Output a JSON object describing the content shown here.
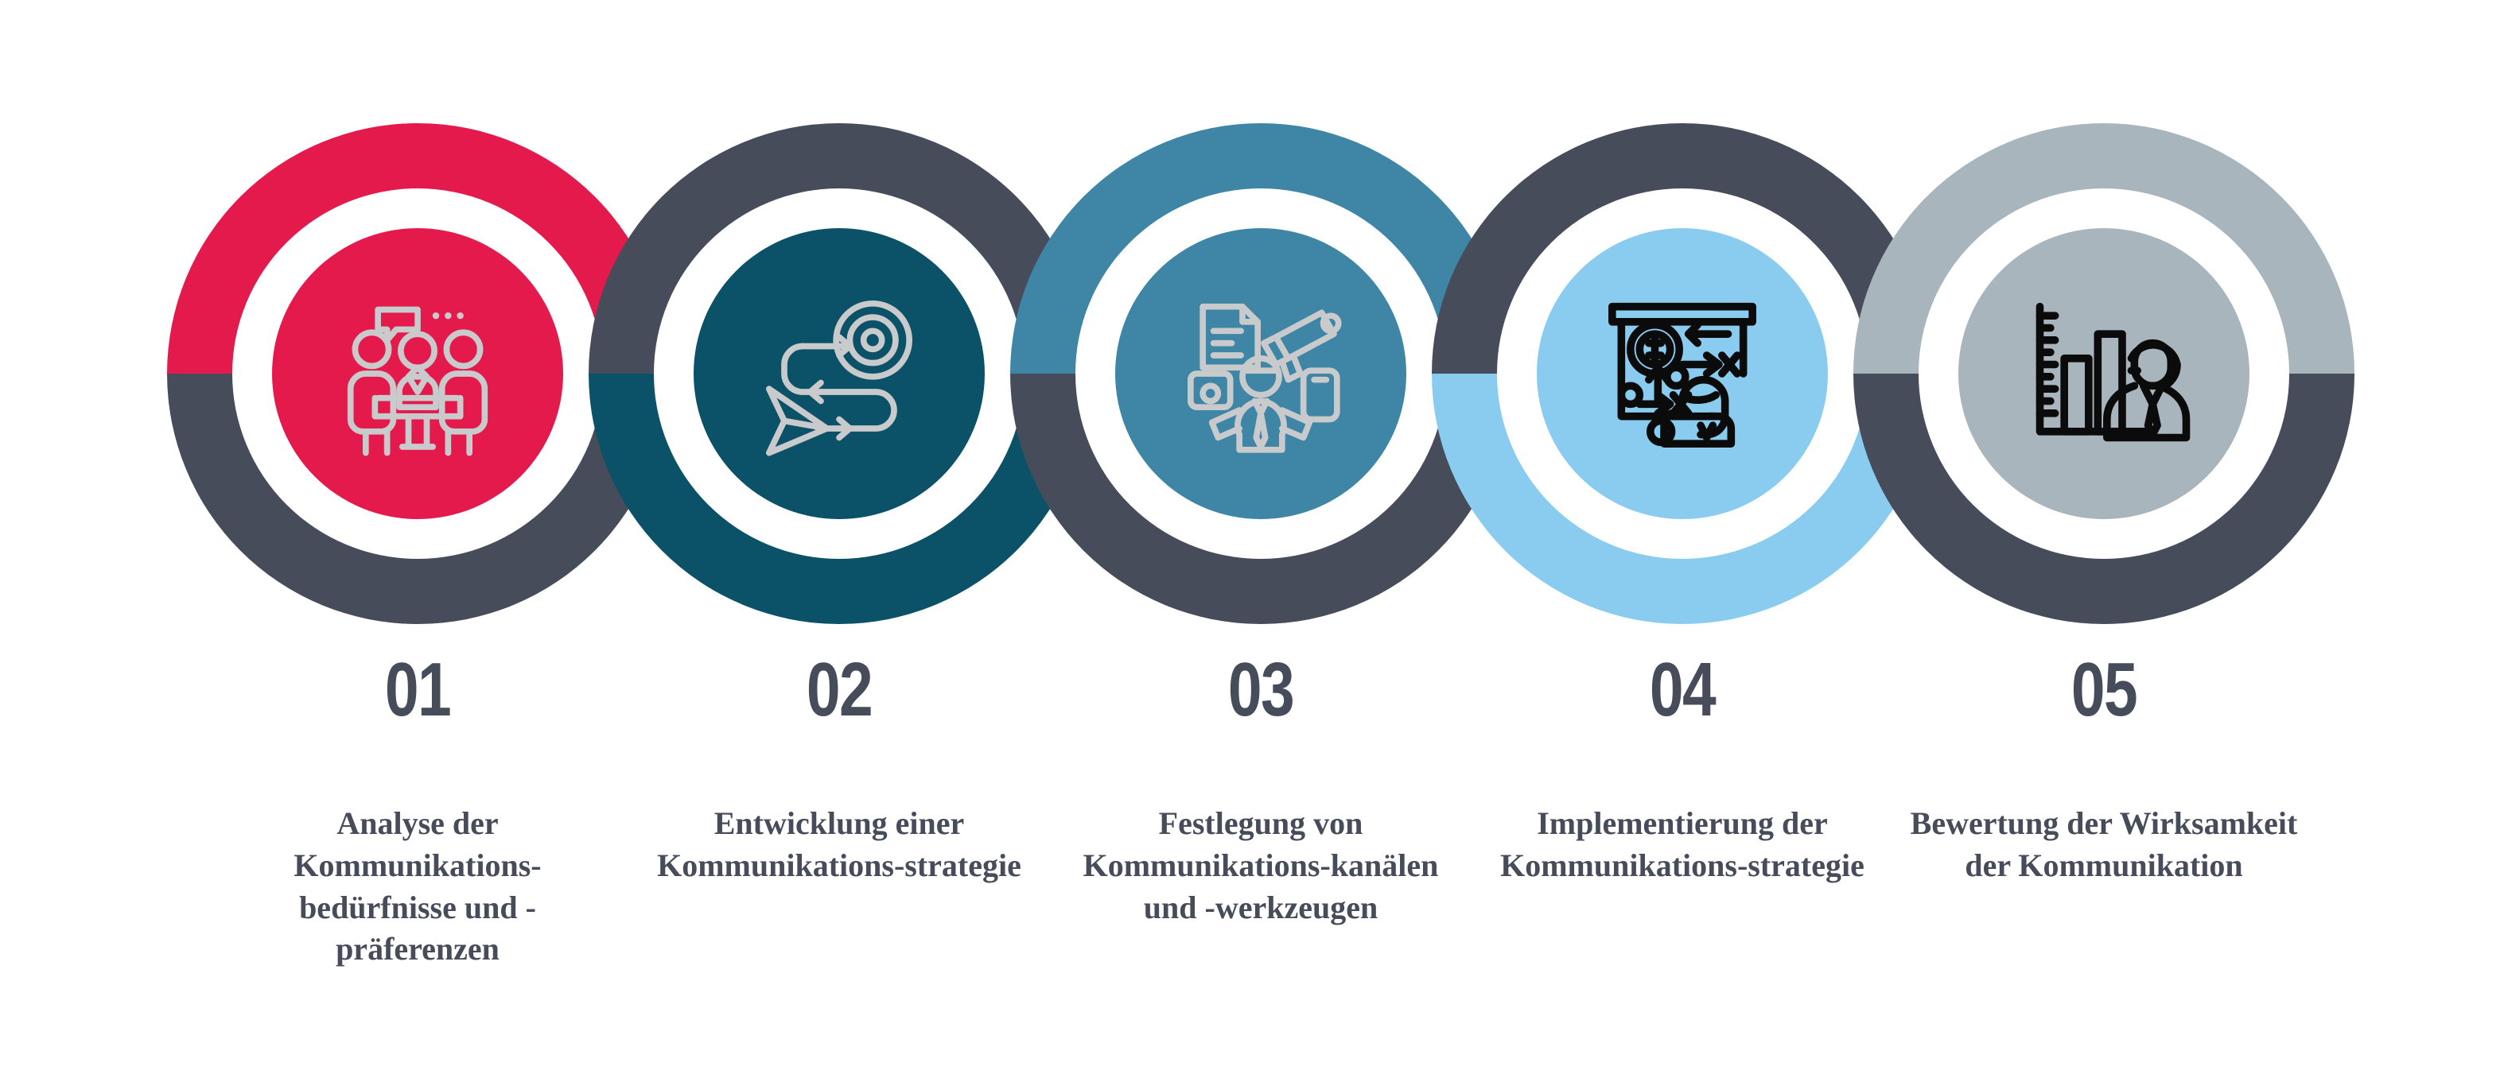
{
  "infographic": {
    "type": "five-step-process-circles",
    "background": "#FFFFFF",
    "text_color": "#474C5A",
    "dark_slate": "#474C5A",
    "icon_line_color": "#C9CACC",
    "steps": [
      {
        "number": "01",
        "caption": "Analyse der Kommunikations-bedürfnisse und -präferenzen",
        "ring_top_color": "#E51A4C",
        "ring_bottom_color": "#474C5A",
        "disc_color": "#E51A4C",
        "icon_name": "meeting-people-icon",
        "icon_style": "light-outline"
      },
      {
        "number": "02",
        "caption": "Entwicklung einer Kommunikations-strategie",
        "ring_top_color": "#474C5A",
        "ring_bottom_color": "#0B5168",
        "disc_color": "#0B5168",
        "icon_name": "paper-plane-target-icon",
        "icon_style": "light-outline"
      },
      {
        "number": "03",
        "caption": "Festlegung von Kommunikations-kanälen und -werkzeugen",
        "ring_top_color": "#3E85A6",
        "ring_bottom_color": "#474C5A",
        "disc_color": "#3E85A6",
        "icon_name": "communication-channels-icon",
        "icon_style": "light-outline"
      },
      {
        "number": "04",
        "caption": "Implementierung der Kommunikations-strategie",
        "ring_top_color": "#474C5A",
        "ring_bottom_color": "#8ACCF0",
        "disc_color": "#8ACCF0",
        "icon_name": "strategy-board-icon",
        "icon_style": "dark-outline"
      },
      {
        "number": "05",
        "caption": "Bewertung der Wirksamkeit der Kommunikation",
        "ring_top_color": "#A9B5BD",
        "ring_bottom_color": "#474C5A",
        "disc_color": "#A9B5BD",
        "icon_name": "bar-chart-analyst-icon",
        "icon_style": "dark-outline"
      }
    ]
  }
}
